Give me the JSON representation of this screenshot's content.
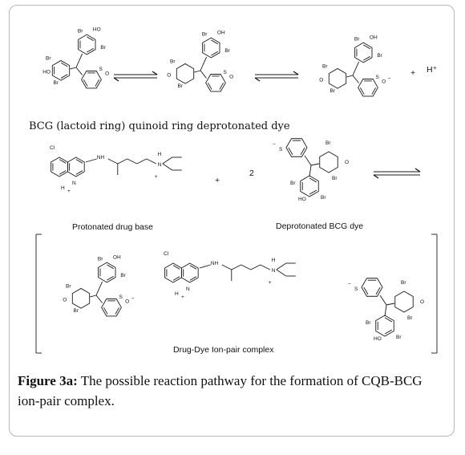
{
  "row1_label": "BCG (lactoid ring) quinoid ring deprotonated dye",
  "row2_left_label": "Protonated drug base",
  "row2_right_label": "Deprotonated BCG dye",
  "row3_label": "Drug-Dye Ion-pair complex",
  "plus_sign": "+",
  "stoich_coefficient": "2",
  "proton": "H⁺",
  "atoms": {
    "br": "Br",
    "ho": "HO",
    "oh": "OH",
    "o": "O",
    "s": "S",
    "cl": "Cl",
    "nh": "NH",
    "n": "N",
    "h": "H",
    "minus": "−",
    "plus": "+"
  },
  "caption": {
    "figure_label": "Figure 3a:",
    "text": " The possible reaction pathway for the formation of CQB-BCG ion-pair complex."
  }
}
